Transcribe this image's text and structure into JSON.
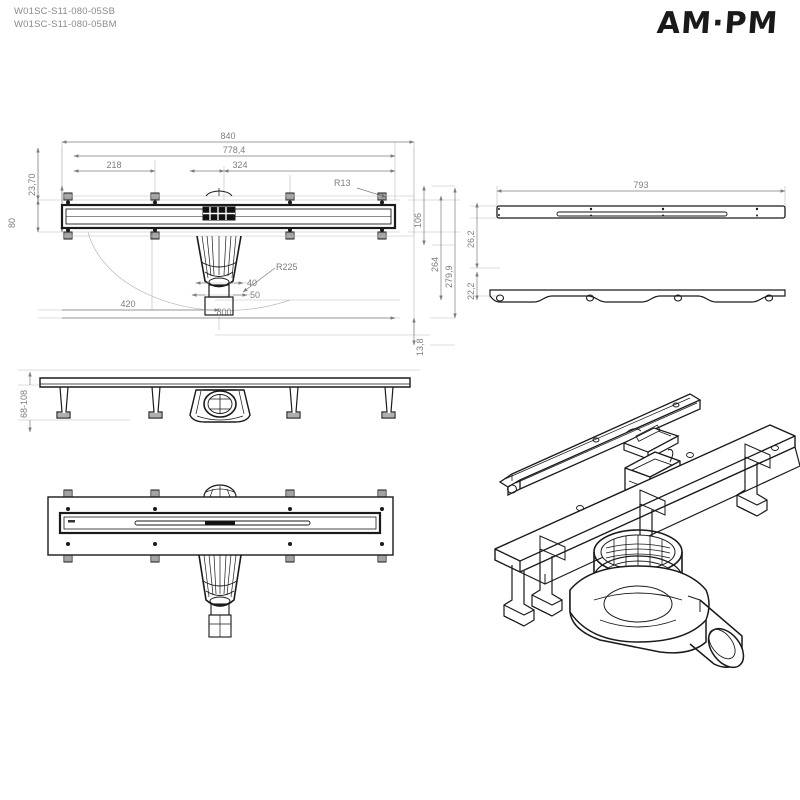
{
  "sheet": {
    "product_codes": [
      "W01SC-S11-080-05SB",
      "W01SC-S11-080-05BM"
    ],
    "brand": "AM·PM",
    "background": "#ffffff",
    "line_color": "#1a1a1a",
    "dimension_color": "#7d7d7d"
  },
  "views": {
    "top_plan": {
      "name": "Top plan view with dimensions",
      "dimensions": {
        "overall_length": "840",
        "body_length": "778,4",
        "offset_left": "218",
        "offset_mid": "324",
        "corner_radius": "R13",
        "arc_radius": "R225",
        "height_left_upper": "23,70",
        "height_left_lower": "80",
        "width_106": "106",
        "width_264": "264",
        "width_279": "279,9",
        "outlet_inner": "40",
        "outlet_outer": "50",
        "length_420": "420",
        "length_800": "800",
        "thickness_13_8": "13,8"
      }
    },
    "grate_top_right": {
      "name": "Grate cover top and edge view",
      "dimensions": {
        "grate_length": "793",
        "gap_26_2": "26,2",
        "gap_22_2": "22,2"
      }
    },
    "side_elevation": {
      "name": "Side elevation with adjustable legs",
      "dimensions": {
        "leg_height_range": "68-108"
      }
    },
    "bottom_plan": {
      "name": "Bottom plan view with grate slot"
    },
    "isometric": {
      "name": "Exploded isometric assembly view"
    }
  }
}
